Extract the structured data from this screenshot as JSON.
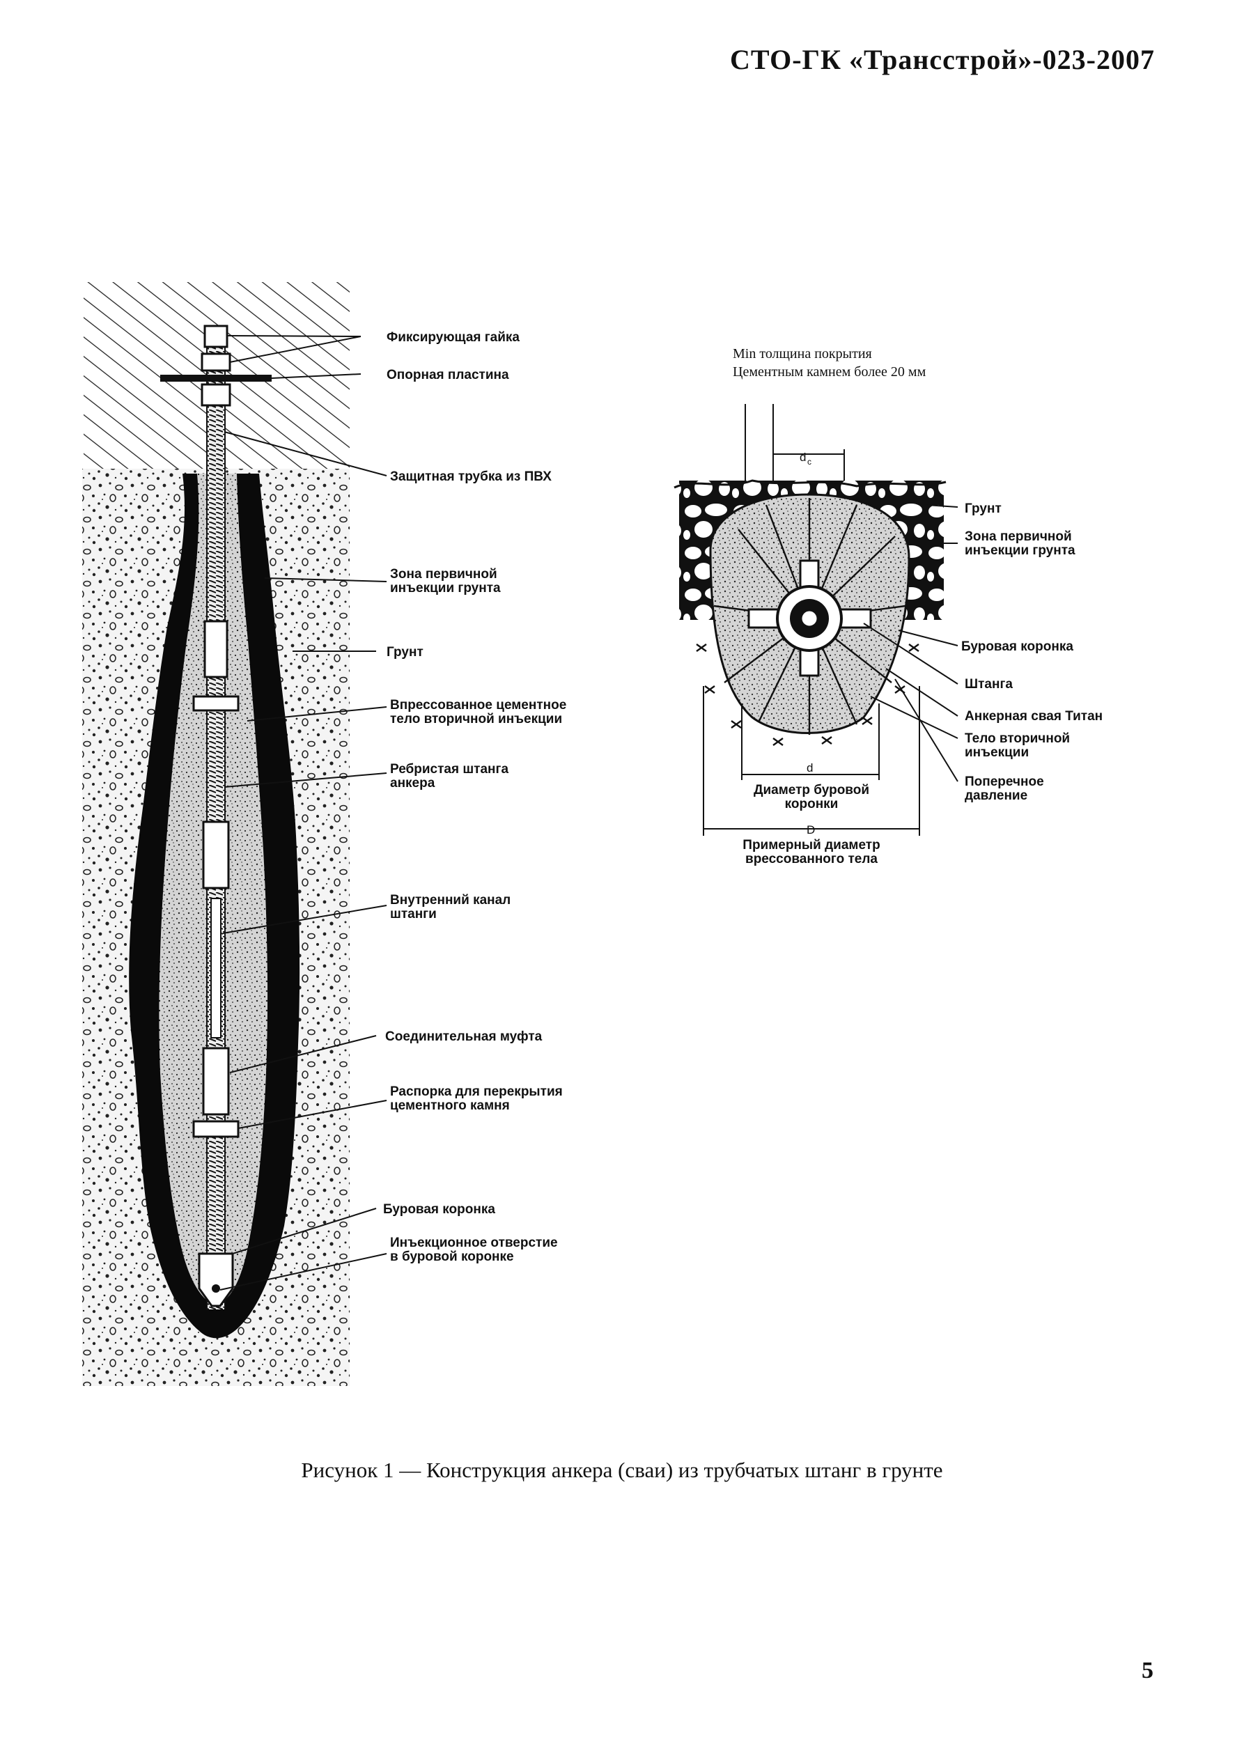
{
  "header": {
    "doc_code": "СТО-ГК «Трансстрой»-023-2007"
  },
  "figure_left": {
    "labels": [
      "Фиксирующая гайка",
      "Опорная пластина",
      "Защитная трубка из ПВХ",
      "Зона первичной\nинъекции грунта",
      "Грунт",
      "Впрессованное цементное\nтело вторичной инъекции",
      "Ребристая штанга\nанкера",
      "Внутренний канал\nштанги",
      "Соединительная муфта",
      "Распорка для перекрытия\nцементного камня",
      "Буровая коронка",
      "Инъекционное отверстие\nв буровой коронке"
    ]
  },
  "figure_right": {
    "note": "Min толщина покрытия\nЦементным камнем более 20 мм",
    "dim_dc": "d",
    "dim_dc_sub": "c",
    "dim_d": "d",
    "dim_D": "D",
    "dim_d_label": "Диаметр буровой\nкоронки",
    "dim_D_label": "Примерный диаметр\nврессованного тела",
    "labels": [
      "Грунт",
      "Зона первичной\nинъекции грунта",
      "Буровая коронка",
      "Штанга",
      "Анкерная свая Титан",
      "Тело вторичной\nинъекции",
      "Поперечное\nдавление"
    ]
  },
  "caption": "Рисунок 1 — Конструкция анкера (сваи) из трубчатых штанг в грунте",
  "page_number": "5"
}
